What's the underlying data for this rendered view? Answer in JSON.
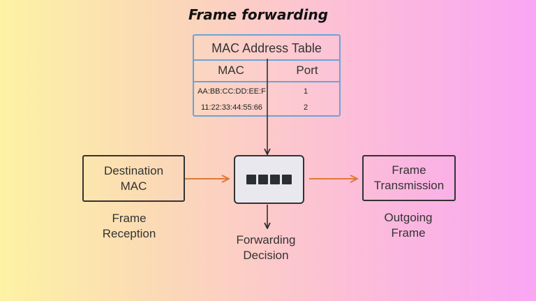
{
  "title": "Frame forwarding",
  "mac_table": {
    "title": "MAC Address Table",
    "headers": [
      "MAC",
      "Port"
    ],
    "rows": [
      {
        "mac": "AA:BB:CC:DD:EE:F",
        "port": "1"
      },
      {
        "mac": "11:22:33:44:55:66",
        "port": "2"
      }
    ]
  },
  "nodes": {
    "destination_mac": "Destination\nMAC",
    "frame_transmission": "Frame\nTransmission"
  },
  "labels": {
    "frame_reception": "Frame\nReception",
    "forwarding_decision": "Forwarding\nDecision",
    "outgoing_frame": "Outgoing\nFrame"
  },
  "colors": {
    "table_border": "#6aa3d8",
    "arrow_orange": "#e0783a",
    "arrow_dark": "#2b2f33",
    "switch_fill": "#e8e8ee"
  }
}
